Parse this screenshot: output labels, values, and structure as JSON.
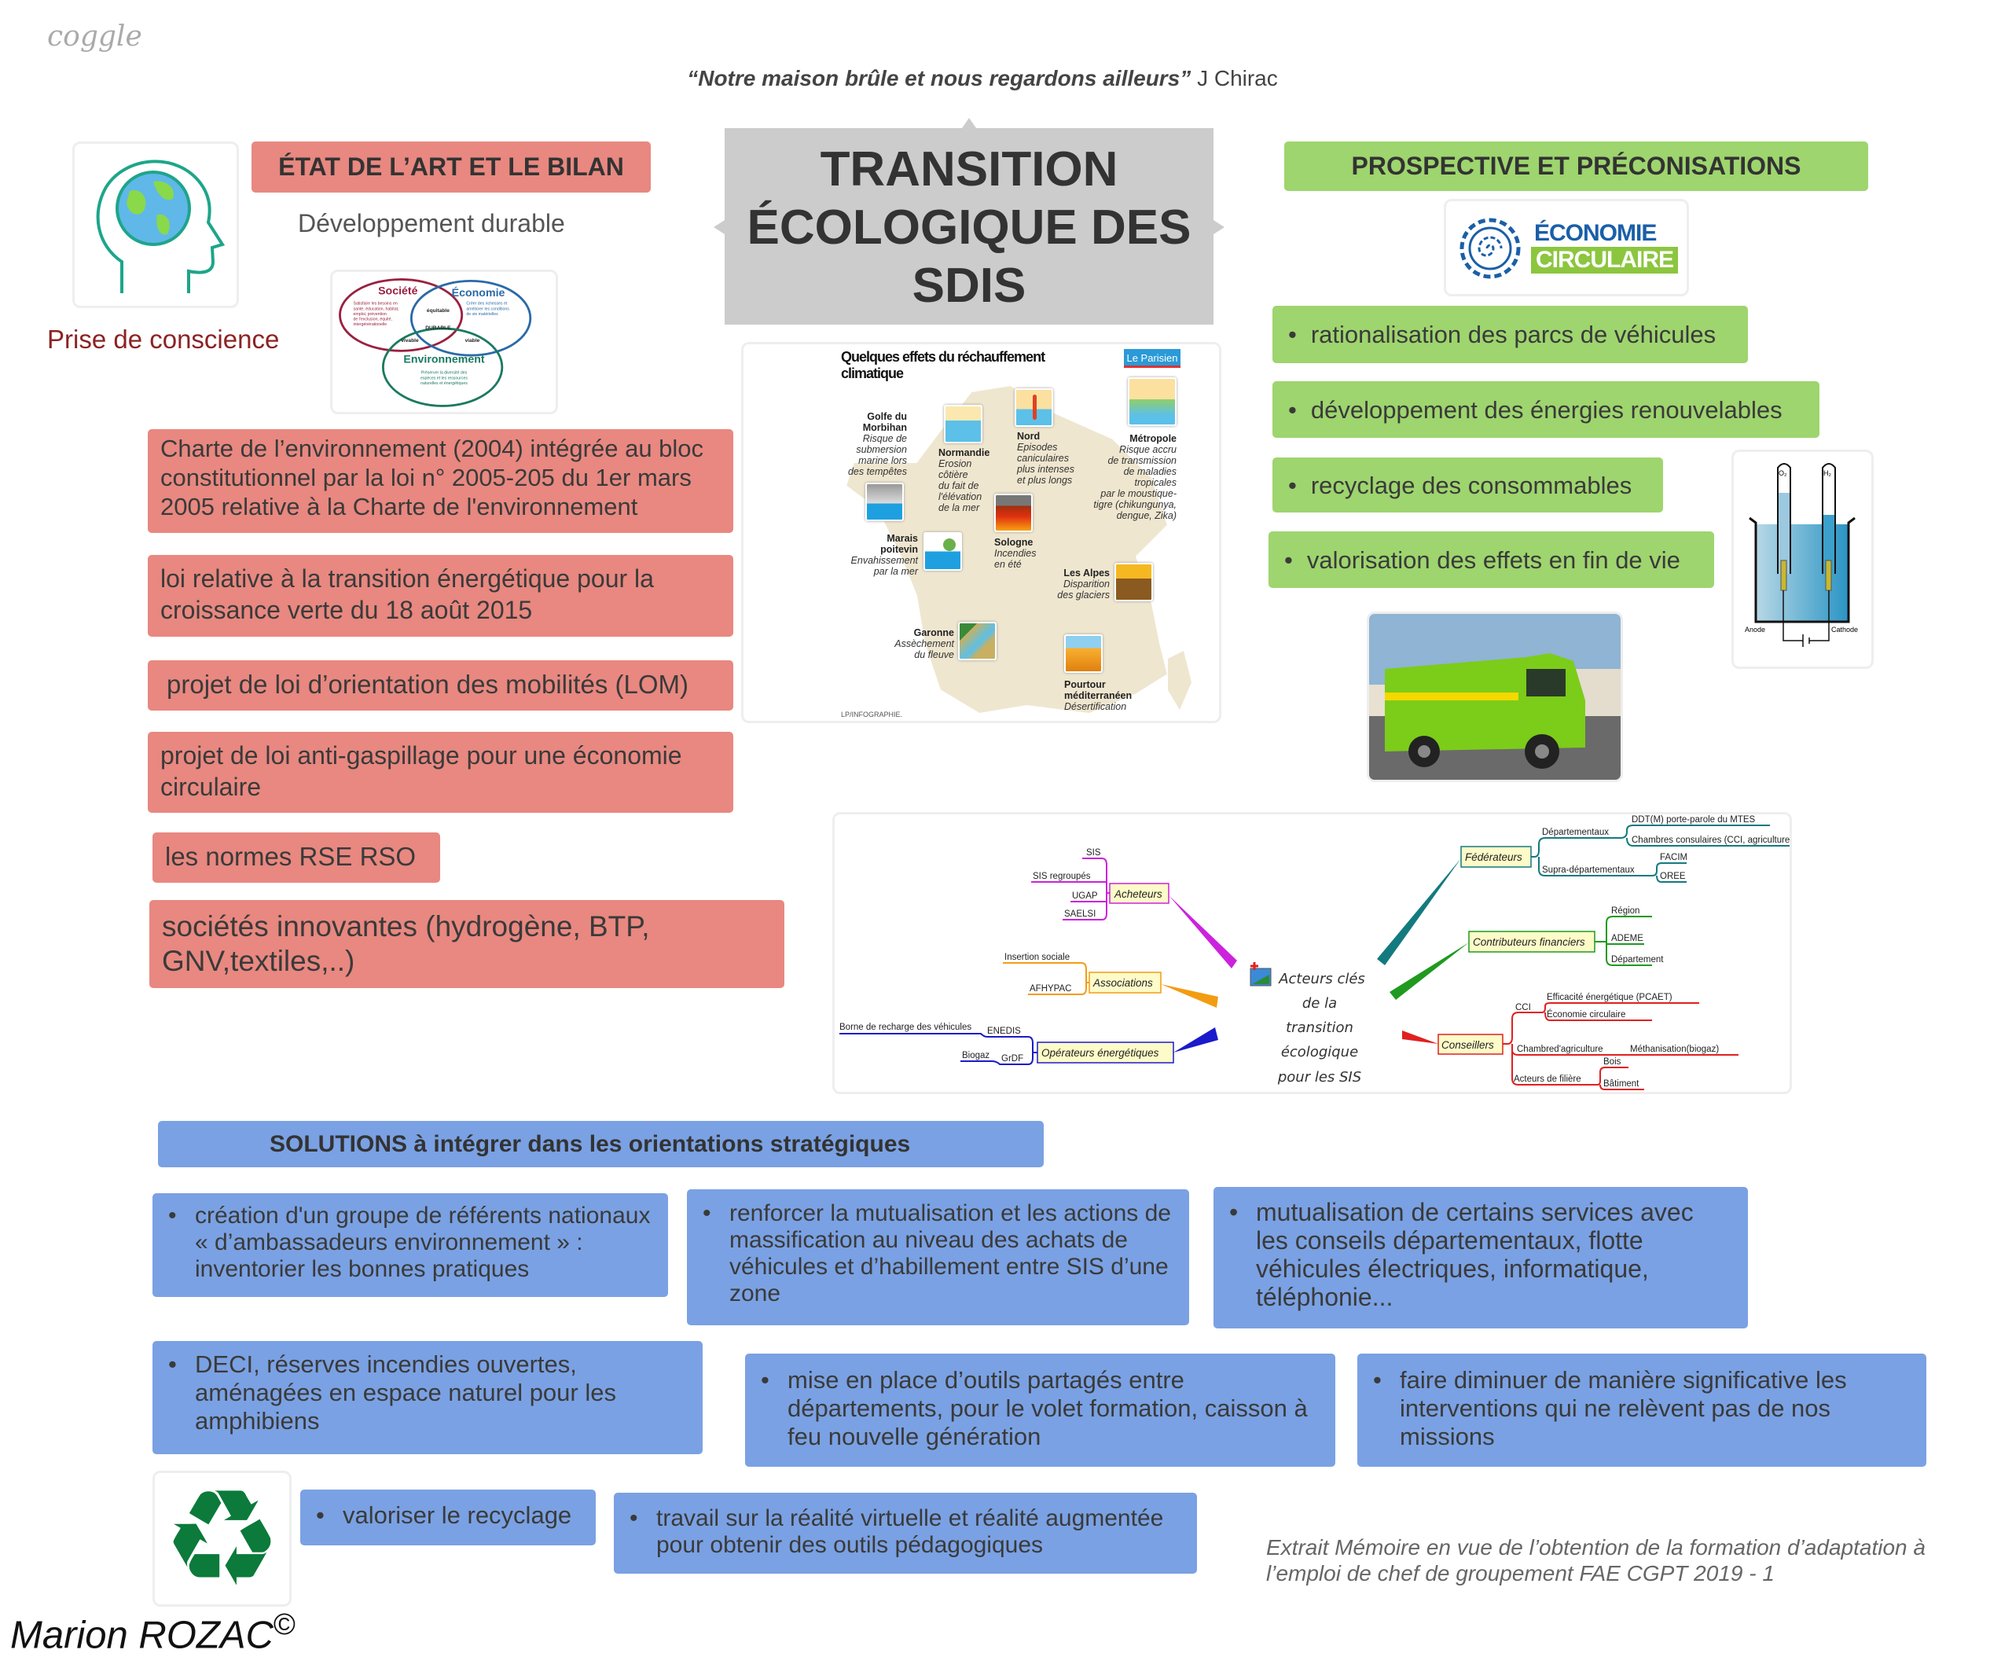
{
  "logo": "coggle",
  "quote": {
    "text": "“Notre maison brûle et nous regardons ailleurs”",
    "author": "J Chirac"
  },
  "center_title": [
    "TRANSITION",
    "ÉCOLOGIQUE DES",
    "SDIS"
  ],
  "left": {
    "header": "ÉTAT DE L’ART ET LE BILAN",
    "subtitle": "Développement durable",
    "awareness": "Prise de conscience",
    "venn": {
      "societe": "Société",
      "societe_desc": [
        "Satisfaire les besoins en",
        "santé, éducation, habitat,",
        "emploi, prévention",
        "de l'exclusion, équité,",
        "intergénérationelle"
      ],
      "economie": "Économie",
      "economie_desc": [
        "Créer des richesses et",
        "améliorer les conditions",
        "de vie matérielles"
      ],
      "environnement": "Environnement",
      "environnement_desc": [
        "Préserver la diversité des",
        "espèces et les ressources",
        "naturelles et énergétiques"
      ],
      "equitable": "équitable",
      "durable": "DURABLE",
      "vivable": "vivable",
      "viable": "viable"
    },
    "items": [
      "Charte de l’environnement (2004) intégrée au bloc constitutionnel par la loi n° 2005-205 du 1er mars 2005 relative à la Charte de l'environnement",
      "loi relative à la transition énergétique pour la croissance verte du 18 août 2015",
      "projet de loi d’orientation des mobilités (LOM)",
      "projet de loi anti-gaspillage pour une économie circulaire",
      "les normes RSE RSO",
      "sociétés innovantes (hydrogène, BTP, GNV,textiles,..)"
    ]
  },
  "map": {
    "title": [
      "Quelques effets du réchauffement",
      "climatique"
    ],
    "brand": "Le Parisien",
    "credit": "LP/INFOGRAPHIE.",
    "labels": [
      {
        "name": [
          "Golfe du",
          "Morbihan"
        ],
        "desc": [
          "Risque de",
          "submersion",
          "marine lors",
          "des tempêtes"
        ]
      },
      {
        "name": [
          "Normandie"
        ],
        "desc": [
          "Erosion",
          "côtière",
          "du fait de",
          "l'élévation",
          "de la mer"
        ]
      },
      {
        "name": [
          "Nord"
        ],
        "desc": [
          "Episodes",
          "caniculaires",
          "plus intenses",
          "et plus longs"
        ]
      },
      {
        "name": [
          "Métropole"
        ],
        "desc": [
          "Risque accru",
          "de transmission",
          "de maladies",
          "tropicales",
          "par le moustique-",
          "tigre (chikungunya,",
          "dengue, Zika)"
        ]
      },
      {
        "name": [
          "Marais",
          "poitevin"
        ],
        "desc": [
          "Envahissement",
          "par la mer"
        ]
      },
      {
        "name": [
          "Sologne"
        ],
        "desc": [
          "Incendies",
          "en été"
        ]
      },
      {
        "name": [
          "Les Alpes"
        ],
        "desc": [
          "Disparition",
          "des glaciers"
        ]
      },
      {
        "name": [
          "Garonne"
        ],
        "desc": [
          "Assèchement",
          "du fleuve"
        ]
      },
      {
        "name": [
          "Pourtour",
          "méditerranéen"
        ],
        "desc": [
          "Désertification"
        ]
      }
    ]
  },
  "right": {
    "header": "PROSPECTIVE ET PRÉCONISATIONS",
    "logo": {
      "line1": "ÉCONOMIE",
      "line2": "CIRCULAIRE"
    },
    "items": [
      "rationalisation des parcs de véhicules",
      "développement des énergies renouvelables",
      "recyclage des consommables",
      "valorisation des effets en fin de vie"
    ],
    "electrolysis": {
      "o2": "O₂",
      "h2": "H₂",
      "anode": "Anode",
      "cathode": "Cathode"
    }
  },
  "mindmap": {
    "center": [
      "Acteurs clés",
      "de la",
      "transition",
      "écologique",
      "pour les SIS"
    ],
    "acheteurs": {
      "label": "Acheteurs",
      "children": [
        "SIS",
        "SIS regroupés",
        "UGAP",
        "SAELSI"
      ]
    },
    "associations": {
      "label": "Associations",
      "children": [
        "Insertion sociale",
        "AFHYPAC"
      ]
    },
    "operateurs": {
      "label": "Opérateurs énergétiques",
      "children": [
        "ENEDIS",
        "GrDF"
      ],
      "leaves": [
        "Borne de recharge des véhicules",
        "Biogaz"
      ]
    },
    "federateurs": {
      "label": "Fédérateurs",
      "children": [
        "Départementaux",
        "Supra-départementaux"
      ],
      "dep_leaves": [
        "DDT(M) porte-parole du MTES",
        "Chambres consulaires (CCI, agriculture,"
      ],
      "supra_leaves": [
        "FACIM",
        "OREE"
      ]
    },
    "contributeurs": {
      "label": "Contributeurs financiers",
      "children": [
        "Région",
        "ADEME",
        "Département"
      ]
    },
    "conseillers": {
      "label": "Conseillers",
      "children": [
        "CCI",
        "Chambred'agriculture",
        "Acteurs de filière"
      ],
      "cci_leaves": [
        "Efficacité énergétique (PCAET)",
        "Économie circulaire"
      ],
      "agri_leaf": "Méthanisation(biogaz)",
      "filiere_leaves": [
        "Bois",
        "Bâtiment"
      ]
    },
    "colors": {
      "acheteurs": "#cc22dd",
      "associations": "#f39c12",
      "operateurs": "#1a1acc",
      "federateurs": "#137a80",
      "contributeurs": "#1f9a1f",
      "conseillers": "#e02020"
    }
  },
  "solutions": {
    "header": "SOLUTIONS à intégrer dans les orientations stratégiques",
    "items": [
      "création d'un groupe de référents nationaux « d’ambassadeurs environnement » : inventorier les bonnes pratiques",
      "renforcer la mutualisation et les actions de massification au niveau des achats de véhicules et d’habillement entre SIS d’une zone",
      "mutualisation de certains services avec les conseils départementaux, flotte véhicules électriques, informatique, téléphonie...",
      "DECI, réserves incendies ouvertes, aménagées en espace naturel pour les amphibiens",
      "mise en place d’outils partagés entre départements, pour le volet formation, caisson à feu nouvelle génération",
      "faire diminuer de manière significative les interventions qui ne relèvent pas de nos missions",
      "valoriser le recyclage",
      "travail sur la réalité virtuelle et réalité augmentée pour obtenir des outils pédagogiques"
    ]
  },
  "footer": {
    "extract": "Extrait Mémoire en vue de l’obtention de la formation d’adaptation à l’emploi de chef de groupement FAE CGPT 2019 - 1",
    "author": "Marion ROZAC",
    "copyright": "©"
  },
  "colors": {
    "red": "#e88880",
    "green": "#9ed56e",
    "blue": "#7aa1e3",
    "title_gray": "#cccccc"
  }
}
